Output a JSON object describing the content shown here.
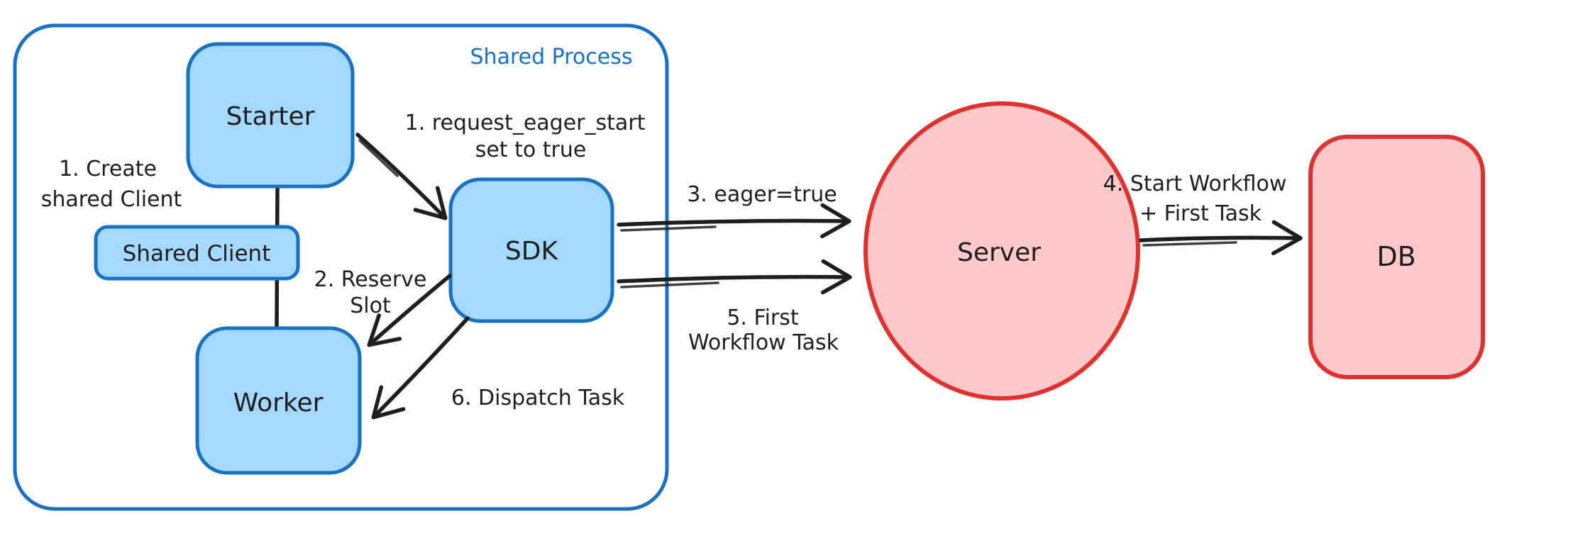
{
  "diagram": {
    "type": "flow-diagram",
    "title": "Shared Process",
    "colors": {
      "blue_stroke": "#1971c2",
      "blue_fill": "#a5d8ff",
      "red_stroke": "#e03131",
      "red_fill": "#ffc9c9",
      "ink": "#1e1e1e",
      "background": "#ffffff"
    },
    "nodes": {
      "starter": {
        "label": "Starter"
      },
      "shared_client": {
        "label": "Shared Client"
      },
      "worker": {
        "label": "Worker"
      },
      "sdk": {
        "label": "SDK"
      },
      "server": {
        "label": "Server"
      },
      "db": {
        "label": "DB"
      }
    },
    "annotations": {
      "create_shared_client": {
        "line1": "1. Create",
        "line2": "shared Client"
      },
      "request_eager_start": {
        "line1": "1. request_eager_start",
        "line2": "set to true"
      },
      "reserve_slot": {
        "line1": "2. Reserve",
        "line2": "Slot"
      },
      "eager_true": {
        "text": "3. eager=true"
      },
      "start_workflow": {
        "line1": "4. Start Workflow",
        "line2": "+ First Task"
      },
      "first_workflow_task": {
        "line1": "5. First",
        "line2": "Workflow Task"
      },
      "dispatch_task": {
        "text": "6. Dispatch Task"
      }
    },
    "edges": [
      {
        "from": "starter",
        "to": "shared_client_worker",
        "label": "1. Create shared Client",
        "style": "plain-line"
      },
      {
        "from": "starter",
        "to": "sdk",
        "label": "1. request_eager_start set to true",
        "style": "arrow"
      },
      {
        "from": "sdk",
        "to": "worker",
        "label": "2. Reserve Slot",
        "style": "arrow"
      },
      {
        "from": "sdk",
        "to": "server",
        "label": "3. eager=true",
        "style": "arrow"
      },
      {
        "from": "server",
        "to": "db",
        "label": "4. Start Workflow + First Task",
        "style": "arrow"
      },
      {
        "from": "sdk",
        "to": "server",
        "label": "5. First Workflow Task",
        "style": "arrow"
      },
      {
        "from": "sdk",
        "to": "worker",
        "label": "6. Dispatch Task",
        "style": "arrow"
      }
    ]
  }
}
